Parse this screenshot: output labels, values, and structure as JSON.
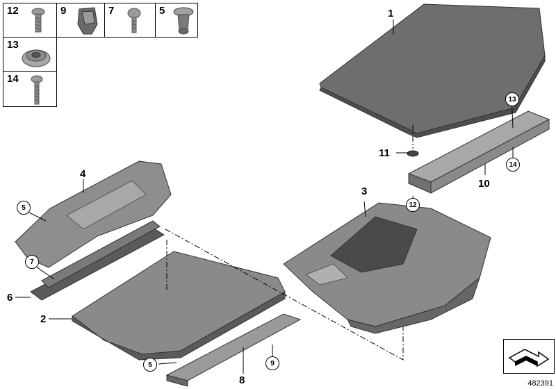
{
  "fasteners": [
    {
      "num": "12",
      "icon": "screw-icon"
    },
    {
      "num": "9",
      "icon": "clip-icon"
    },
    {
      "num": "7",
      "icon": "screw-icon"
    },
    {
      "num": "5",
      "icon": "expanding-rivet-icon"
    },
    {
      "num": "13",
      "icon": "washer-icon"
    },
    {
      "num": "14",
      "icon": "screw-icon"
    }
  ],
  "callouts": {
    "p1": "1",
    "p2": "2",
    "p3": "3",
    "p4": "4",
    "p6": "6",
    "p8": "8",
    "p10": "10",
    "p11": "11"
  },
  "circled": {
    "c5a": "5",
    "c7": "7",
    "c12": "12",
    "c13": "13",
    "c14": "14",
    "c5b": "5",
    "c9": "9"
  },
  "doc_number": "482391",
  "colors": {
    "part_fill": "#7a7a7a",
    "part_dark": "#5a5a5a",
    "part_light": "#b4b4b4",
    "line": "#000000"
  }
}
